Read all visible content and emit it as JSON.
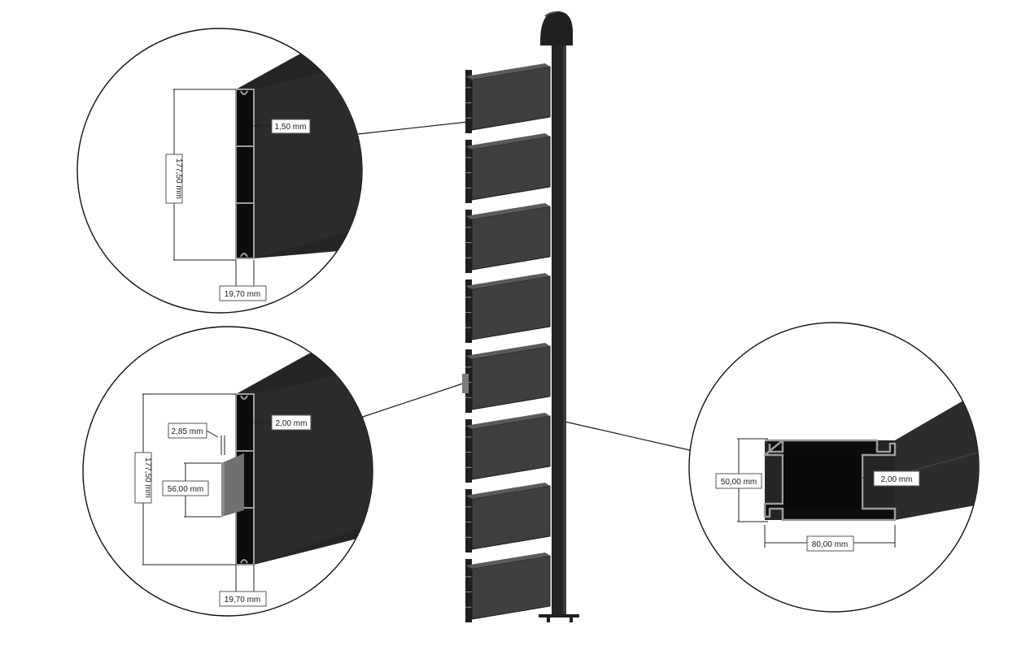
{
  "colors": {
    "slat_face": "#3d3f41",
    "slat_dark": "#1e1f20",
    "post": "#2a2b2c",
    "profile_edge": "#8a8c8e",
    "background": "#ffffff"
  },
  "callouts": {
    "top_slat": {
      "height": "177,50 mm",
      "wall": "1,50 mm",
      "width": "19,70 mm"
    },
    "middle_slat": {
      "height": "177,50 mm",
      "wall": "2,00 mm",
      "offset": "2,85 mm",
      "insert": "56,00 mm",
      "width": "19,70 mm"
    },
    "post_profile": {
      "height": "50,00 mm",
      "wall": "2,00 mm",
      "width": "80,00 mm"
    }
  },
  "icons": {
    "post_cap": "post-cap-icon",
    "post_base": "post-base-icon"
  }
}
